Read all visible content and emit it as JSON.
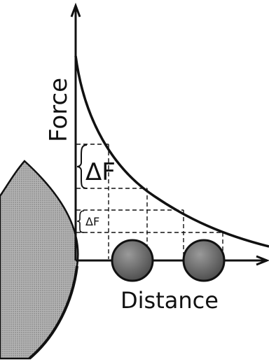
{
  "diagram": {
    "y_axis_label": "Force",
    "x_axis_label": "Distance",
    "delta_large_label": "ΔF",
    "delta_small_label": "ΔF",
    "ink_color": "#111111",
    "surface_fill": "#a9a9a9",
    "ball_fill": "#6e6e6e"
  }
}
